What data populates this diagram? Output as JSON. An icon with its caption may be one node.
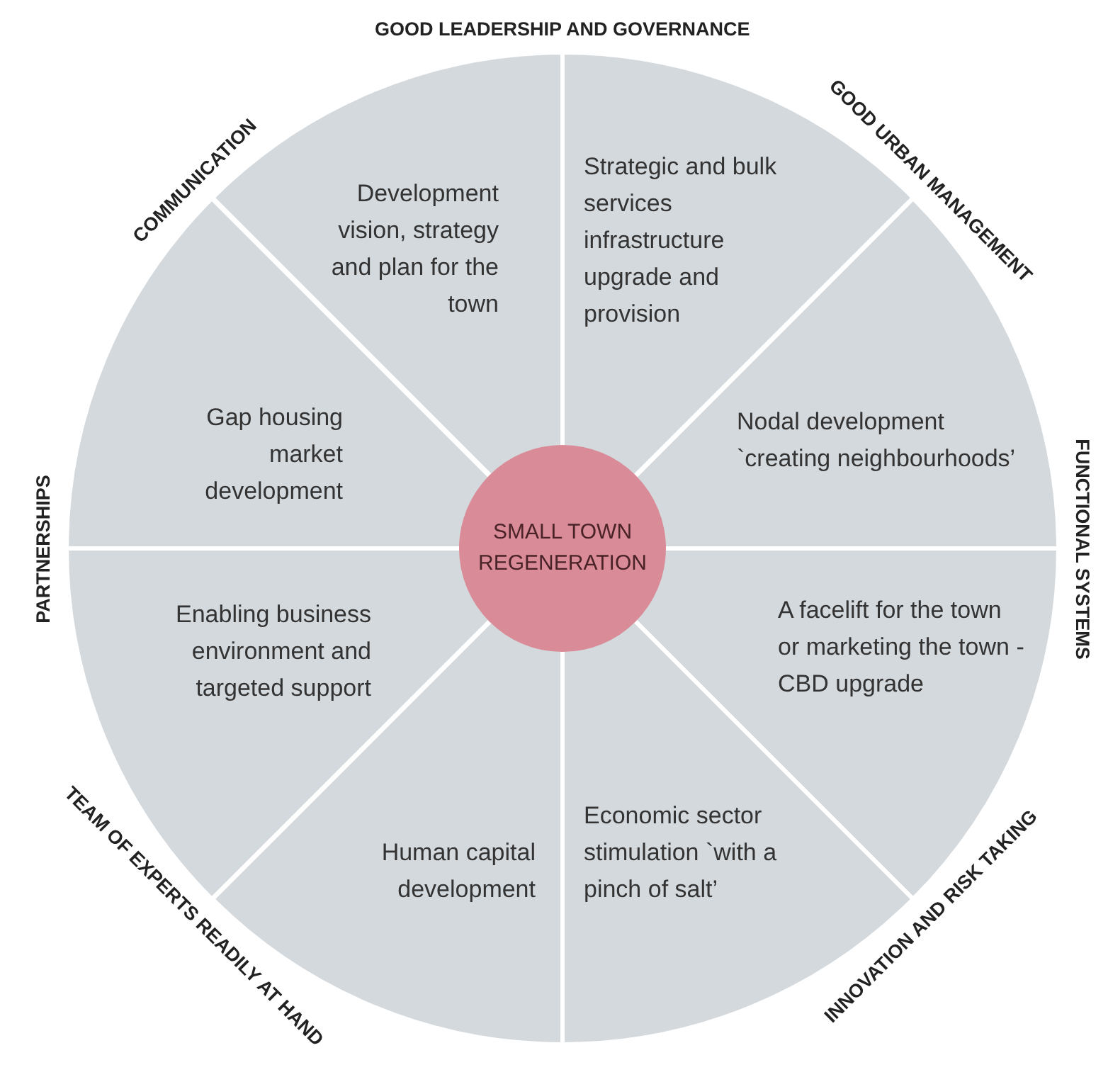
{
  "diagram": {
    "nodes": [
      {
        "text": [
          "SMALL TOWN REGENERATION"
        ]
      },
      {
        "text": [
          "Development vision, strategy and plan for the town"
        ]
      },
      {
        "text": [
          "Strategic and bulk services infrastructure upgrade and provision"
        ]
      },
      {
        "text": [
          "Gap housing market development"
        ]
      },
      {
        "text": [
          "Nodal development `creating neighbourhoods’"
        ]
      },
      {
        "text": [
          "Enabling business environment and targeted support"
        ]
      },
      {
        "text": [
          "A facelift for the town or marketing the town - CBD upgrade"
        ]
      },
      {
        "text": [
          "Human capital development"
        ]
      },
      {
        "text": [
          "Economic sector stimulation `with a pinch of salt’"
        ]
      }
    ],
    "labels": [
      "GOOD LEADERSHIP AND GOVERNANCE",
      "COMMUNICATION",
      "GOOD URBAN MANAGEMENT",
      "FUNCTIONAL SYSTEMS",
      "PARTNERSHIPS",
      "TEAM OF EXPERTS READILY AT HAND",
      "INNOVATION AND RISK TAKING"
    ]
  }
}
